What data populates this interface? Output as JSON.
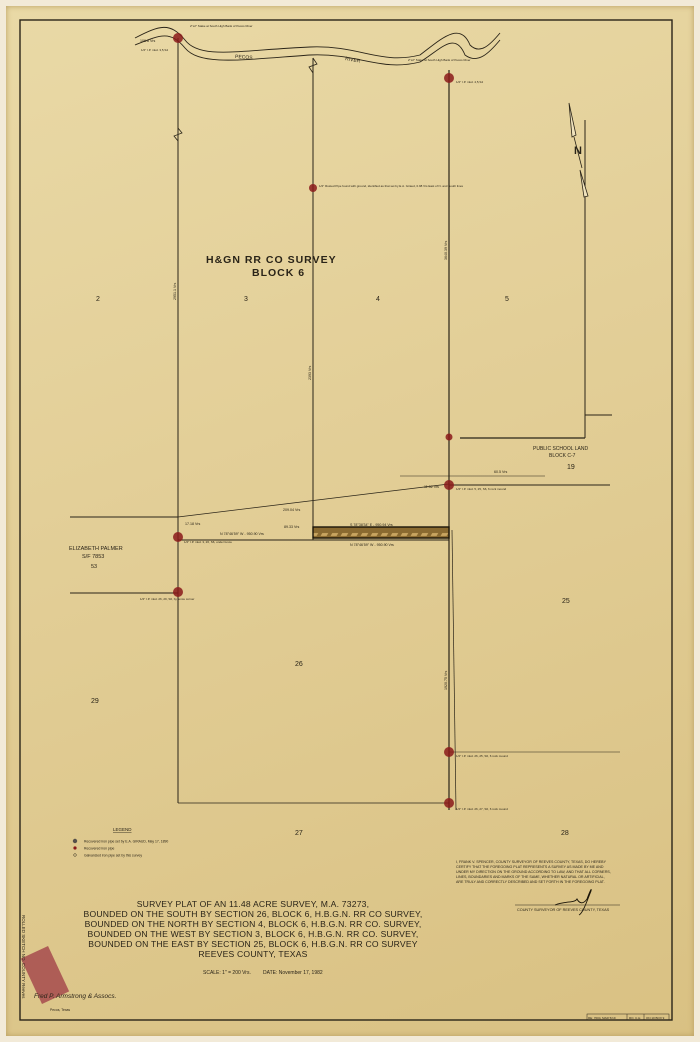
{
  "survey_name": "H&GN RR CO SURVEY",
  "block": "BLOCK 6",
  "river": {
    "word1": "PECOS",
    "word2": "RIVER"
  },
  "sections": {
    "s2": "2",
    "s3": "3",
    "s4": "4",
    "s5": "5",
    "s19": "19",
    "s25": "25",
    "s26": "26",
    "s29": "29",
    "s27": "27",
    "s28": "28",
    "s53": "53"
  },
  "public_school_land": {
    "line1": "PUBLIC SCHOOL LAND",
    "line2": "BLOCK C-7"
  },
  "elizabeth_palmer": {
    "line1": "ELIZABETH PALMER",
    "line2": "S/F 7853"
  },
  "north_label": "N",
  "bearings": {
    "north_line": "S 78°38'34\" E - 950.94 Vrs",
    "south_line": "N 78°46'59\" W - 950.90 Vrs",
    "south_line_west": "N 78°46'59\" W - 950.90 Vrs",
    "west_dist": "209.04 Vrs",
    "gap": "89.33 Vrs",
    "east_offset": "17.18 Vrs",
    "tie_1": "60.5 Vrs",
    "tie_2": "11.52 Vrs",
    "west_tie": "106.8 Vrs",
    "east_line_1": "3640.39 Vrs",
    "east_line_2": "1920.75 Vrs",
    "west_line_1": "2951.1 Vrs",
    "mid_line": "2393 Vrs"
  },
  "monument_notes": {
    "nw": "1/2\" I.P. mkd. 3,5,S4",
    "ne": "1/2\" I.P. mkd. 4,5,S4",
    "nw_stake": "2\"x2\" Stake at South High Bank of Pecos River",
    "ne_stake": "2\"x2\" Stake at South High Bank of Pecos River",
    "mid": "1/2\" Rusted Pipe found with ground, identified as that set by E.A. Giraud, 0.98 Vrs East of N. and South lines",
    "sw": "1/2\" I.P. mkd. 3, 26, S6, under fence",
    "w2": "1/2\" I.P. mkd. 26, 29, S6, by fence corner",
    "e1": "1/2\" I.P. mkd. 5, 25, S6, 6 rock mound",
    "e2": "1/2\" I.P. mkd. 26, 25, S6, 6 rock mound",
    "e3": "1/2\" I.P. mkd. 26, 27, S6, 6 rock mound"
  },
  "legend": {
    "title": "LEGEND",
    "items": [
      {
        "icon": "found-pipe-giraud",
        "label": "Recovered iron pipe set by E.A. GIRAUD, May 17, 1890"
      },
      {
        "icon": "found-pipe",
        "label": "Recovered iron pipe"
      },
      {
        "icon": "set-pipe",
        "label": "Galvanized iron pipe set by this survey"
      }
    ]
  },
  "title_block": {
    "lines": [
      "SURVEY PLAT OF AN 11.48 ACRE SURVEY, M.A. 73273,",
      "BOUNDED ON THE SOUTH BY SECTION 26, BLOCK 6, H.B.G.N. RR CO SURVEY,",
      "BOUNDED ON THE NORTH BY SECTION 4, BLOCK 6, H.B.G.N. RR CO. SURVEY,",
      "BOUNDED ON THE WEST BY SECTION 3, BLOCK 6, H.B.G.N. RR CO. SURVEY,",
      "BOUNDED ON THE EAST BY SECTION 25, BLOCK 6, H.B.G.N. RR CO SURVEY",
      "REEVES COUNTY, TEXAS"
    ],
    "scale": "SCALE: 1\" = 200 Vrs.",
    "date": "DATE: November 17, 1982"
  },
  "certificate": {
    "lines": [
      "I, FRANK V. SPENCER, COUNTY SURVEYOR OF REEVES COUNTY, TEXAS, DO HEREBY",
      "CERTIFY THAT THE FOREGOING PLAT REPRESENTS A SURVEY AS MADE BY ME AND",
      "UNDER MY DIRECTION ON THE GROUND ACCORDING TO LAW, AND THAT ALL CORNERS,",
      "LINES, BOUNDARIES AND MARKS OF THE SAME, WHETHER NATURAL OR ARTIFICIAL,",
      "ARE TRULY AND CORRECTLY DESCRIBED AND SET FORTH IN THE FOREGOING PLAT."
    ],
    "signature_line": "COUNTY SURVEYOR OF REEVES COUNTY, TEXAS"
  },
  "firm": {
    "name": "Fred P. Armstrong & Assocs.",
    "address": "Pecos, Texas"
  },
  "side_stamp": "ROLLED SKETCH NO. COUNTY Reeves",
  "file_box": [
    "RE: 7004, MAR 5/19",
    "RO. C.H.",
    "ON 10 BOX 9"
  ],
  "colors": {
    "paper": "#e3cf98",
    "ink": "#2a2418",
    "monument": "#8a1a1a",
    "hatch": "#3b2a10"
  }
}
